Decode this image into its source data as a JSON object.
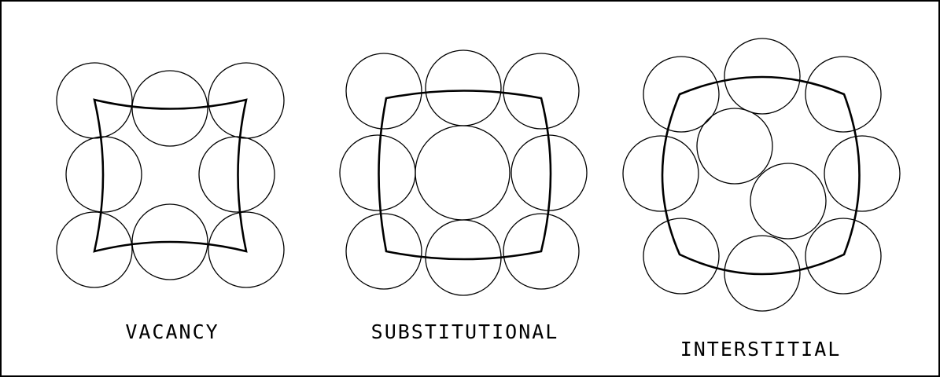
{
  "diagram": {
    "colors": {
      "background": "#ffffff",
      "line": "#000000",
      "border": "#000000"
    },
    "panels": [
      {
        "id": "vacancy",
        "label": "VACANCY",
        "description_shape": "lattice-with-missing-center-atom"
      },
      {
        "id": "substitutional",
        "label": "SUBSTITUTIONAL",
        "description_shape": "lattice-with-larger-center-atom"
      },
      {
        "id": "interstitial",
        "label": "INTERSTITIAL",
        "description_shape": "lattice-with-extra-atoms-between-sites"
      }
    ]
  }
}
